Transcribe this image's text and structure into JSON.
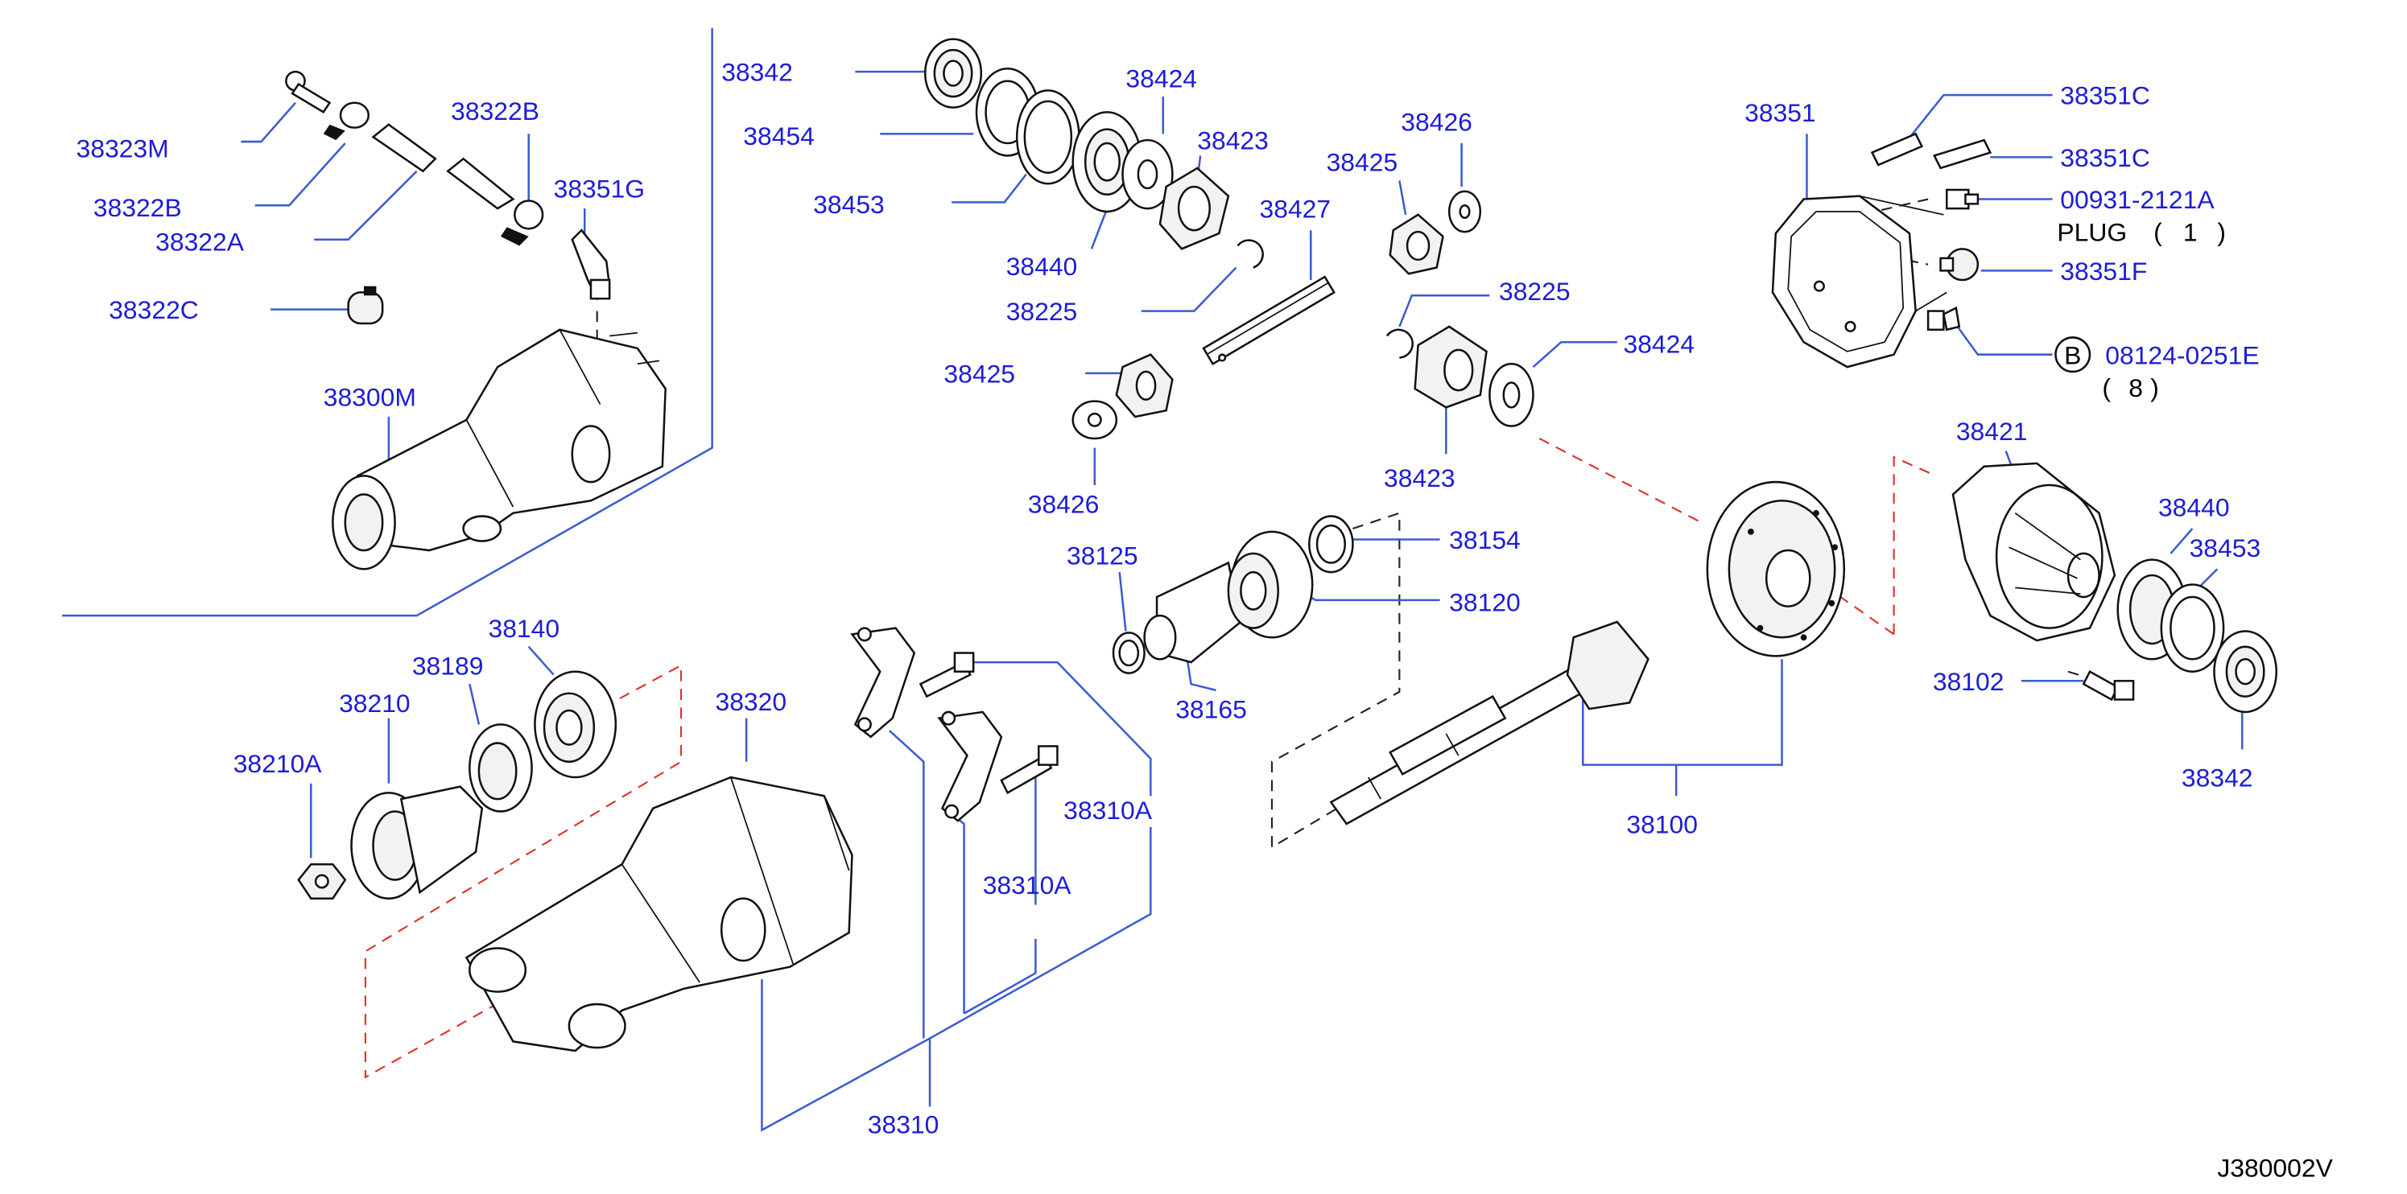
{
  "diagram_id": "J380002V",
  "labels": [
    {
      "id": "38342_top",
      "text": "38342"
    },
    {
      "id": "38454",
      "text": "38454"
    },
    {
      "id": "38453_top",
      "text": "38453"
    },
    {
      "id": "38424_top",
      "text": "38424"
    },
    {
      "id": "38423_top",
      "text": "38423"
    },
    {
      "id": "38440_top",
      "text": "38440"
    },
    {
      "id": "38225_top",
      "text": "38225"
    },
    {
      "id": "38427",
      "text": "38427"
    },
    {
      "id": "38426_top",
      "text": "38426"
    },
    {
      "id": "38425_top",
      "text": "38425"
    },
    {
      "id": "38225_mid",
      "text": "38225"
    },
    {
      "id": "38425_left",
      "text": "38425"
    },
    {
      "id": "38426_left",
      "text": "38426"
    },
    {
      "id": "38424_right",
      "text": "38424"
    },
    {
      "id": "38423_right",
      "text": "38423"
    },
    {
      "id": "38323M",
      "text": "38323M"
    },
    {
      "id": "38322B_top",
      "text": "38322B"
    },
    {
      "id": "38322B_left",
      "text": "38322B"
    },
    {
      "id": "38351G",
      "text": "38351G"
    },
    {
      "id": "38322A",
      "text": "38322A"
    },
    {
      "id": "38322C",
      "text": "38322C"
    },
    {
      "id": "38300M",
      "text": "38300M"
    },
    {
      "id": "38351",
      "text": "38351"
    },
    {
      "id": "38351C_1",
      "text": "38351C"
    },
    {
      "id": "38351C_2",
      "text": "38351C"
    },
    {
      "id": "00931-2121A",
      "text": "00931-2121A"
    },
    {
      "id": "38351F",
      "text": "38351F"
    },
    {
      "id": "08124-0251E",
      "text": "08124-0251E"
    },
    {
      "id": "38421",
      "text": "38421"
    },
    {
      "id": "38440_right",
      "text": "38440"
    },
    {
      "id": "38453_right",
      "text": "38453"
    },
    {
      "id": "38102",
      "text": "38102"
    },
    {
      "id": "38342_right",
      "text": "38342"
    },
    {
      "id": "38125",
      "text": "38125"
    },
    {
      "id": "38154",
      "text": "38154"
    },
    {
      "id": "38120",
      "text": "38120"
    },
    {
      "id": "38165",
      "text": "38165"
    },
    {
      "id": "38100",
      "text": "38100"
    },
    {
      "id": "38140",
      "text": "38140"
    },
    {
      "id": "38189",
      "text": "38189"
    },
    {
      "id": "38210",
      "text": "38210"
    },
    {
      "id": "38210A",
      "text": "38210A"
    },
    {
      "id": "38320",
      "text": "38320"
    },
    {
      "id": "38310A_1",
      "text": "38310A"
    },
    {
      "id": "38310A_2",
      "text": "38310A"
    },
    {
      "id": "38310",
      "text": "38310"
    }
  ],
  "plug_note": {
    "word": "PLUG",
    "open": "(",
    "qty": "1",
    "close": ")"
  },
  "bolt_note": {
    "badge": "B",
    "open": "(",
    "qty": "8",
    "close": ")"
  },
  "colors": {
    "label": "#1d1dd6",
    "leader": "#3b5bd0",
    "dashed_red": "#e03030",
    "ink": "#111111"
  }
}
